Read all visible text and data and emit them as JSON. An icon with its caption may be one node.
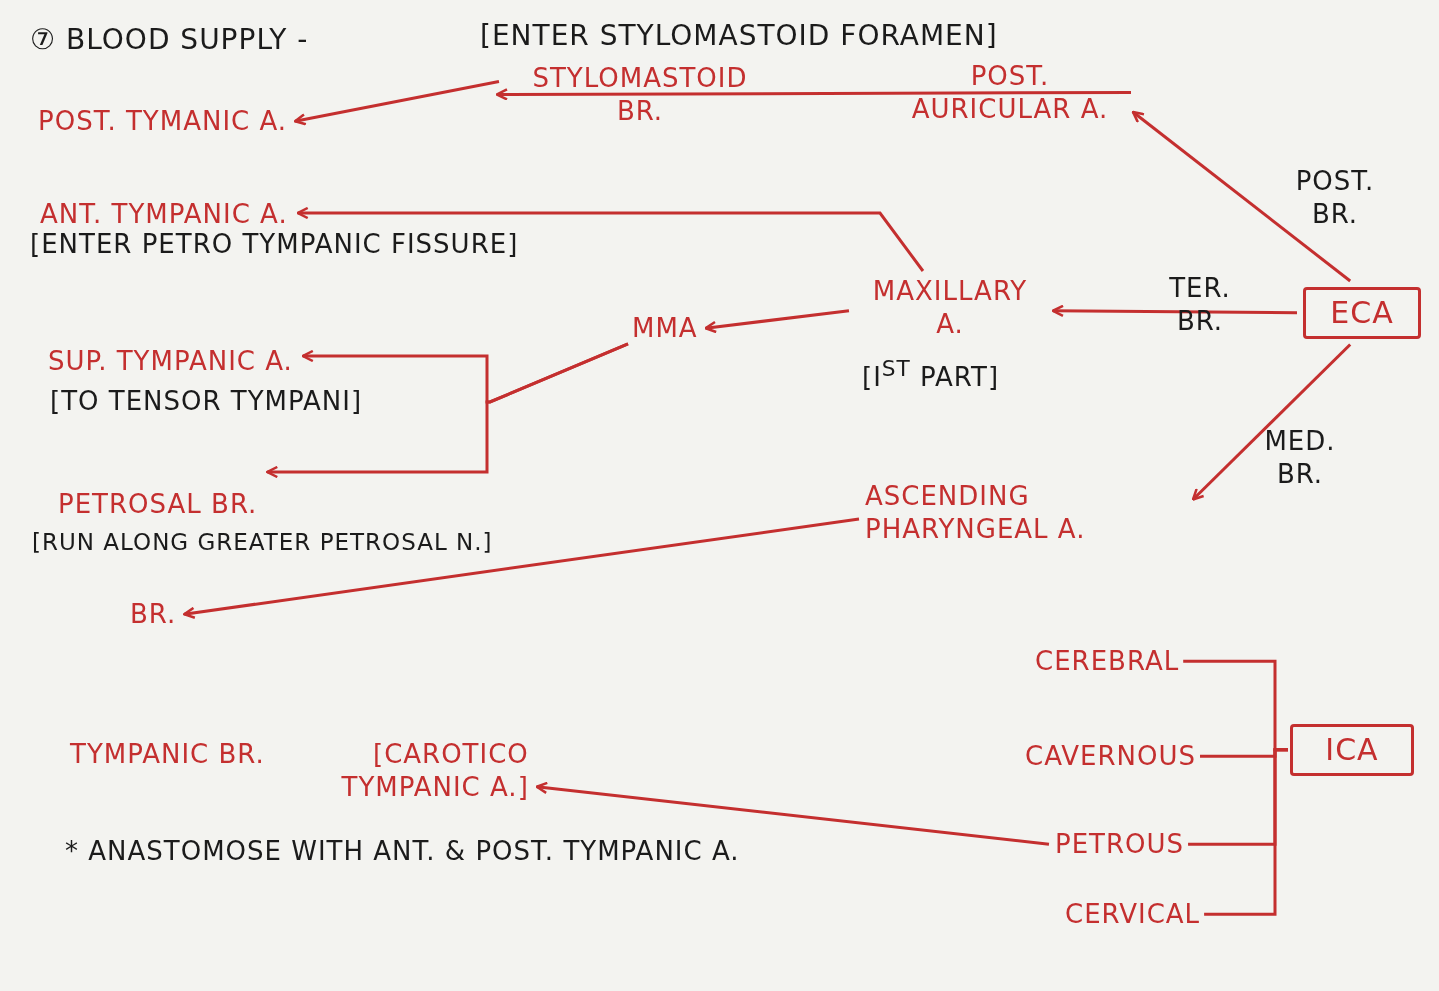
{
  "diagram": {
    "title": "⑦ BLOOD SUPPLY -",
    "nodes": [
      {
        "text": [
          "POST. TYMANIC A."
        ]
      },
      {
        "text": [
          "STYLOMASTOID BR."
        ],
        "beside": [
          "[ENTER STYLOMASTOID FORAMEN]"
        ]
      },
      {
        "text": [
          "POST. AURICULAR A."
        ]
      },
      {
        "text": [
          "ANT. TYMPANIC A."
        ],
        "beside": [
          "[ENTER PETRO TYMPANIC FISSURE]"
        ]
      },
      {
        "text": [
          "MAXILLARY A."
        ],
        "beside": [
          "[I$^{ST}$ PART]"
        ]
      },
      {
        "text": [
          "ECA"
        ]
      },
      {
        "text": [
          "MMA"
        ]
      },
      {
        "text": [
          "SUP. TYMPANIC A."
        ],
        "beside": [
          "[TO TENSOR TYMPANI]"
        ]
      },
      {
        "text": [
          "PETROSAL BR."
        ],
        "beside": [
          "[RUN ALONG GREATER PETROSAL N.]"
        ]
      },
      {
        "text": [
          "ASCENDING PHARYNGEAL A."
        ]
      },
      {
        "text": [
          "BR."
        ]
      },
      {
        "text": [
          "TYMPANIC BR.",
          "[CAROTICO TYMPANIC A.]"
        ]
      },
      {
        "text": [
          "ICA"
        ]
      },
      {
        "text": [
          "CEREBRAL"
        ]
      },
      {
        "text": [
          "CAVERNOUS"
        ]
      },
      {
        "text": [
          "PETROUS"
        ]
      },
      {
        "text": [
          "CERVICAL"
        ]
      }
    ],
    "edges": [
      {
        "from": 2,
        "to": 1,
        "arrow": "to"
      },
      {
        "from": 1,
        "to": 0,
        "arrow": "to"
      },
      {
        "from": 5,
        "to": 2,
        "arrow": "to",
        "label": "POST. BR."
      },
      {
        "from": 5,
        "to": 4,
        "arrow": "to",
        "label": "TER. BR."
      },
      {
        "from": 5,
        "to": 9,
        "arrow": "to",
        "label": "MED. BR."
      },
      {
        "from": 4,
        "to": 3,
        "arrow": "to"
      },
      {
        "from": 4,
        "to": 6,
        "arrow": "to"
      },
      {
        "from": 6,
        "to": 7,
        "arrow": "to"
      },
      {
        "from": 6,
        "to": 8,
        "arrow": "to"
      },
      {
        "from": 9,
        "to": 10,
        "arrow": "to"
      },
      {
        "from": 15,
        "to": 11,
        "arrow": "to"
      },
      {
        "from": 12,
        "to": 13,
        "arrow": "none"
      },
      {
        "from": 12,
        "to": 14,
        "arrow": "none"
      },
      {
        "from": 12,
        "to": 15,
        "arrow": "none"
      },
      {
        "from": 12,
        "to": 16,
        "arrow": "none"
      }
    ],
    "labels": [
      "* ANASTOMOSE WITH ANT. & POST. TYMPANIC A."
    ]
  }
}
